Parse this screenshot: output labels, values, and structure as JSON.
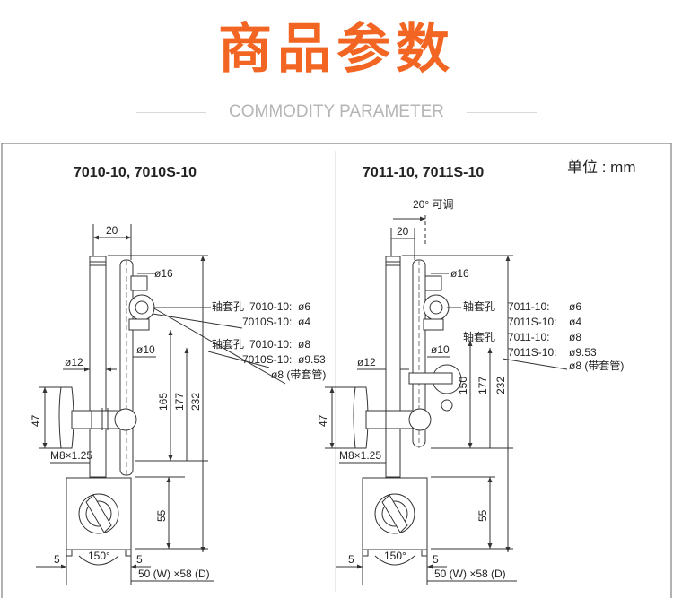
{
  "header": {
    "title": "商品参数",
    "subtitle": "COMMODITY PARAMETER",
    "title_color": "#f26522"
  },
  "unit_label": "单位 : mm",
  "left": {
    "title": "7010-10, 7010S-10",
    "dims": {
      "top_width": "20",
      "rod_dia": "ø12",
      "clamp_dia": "ø16",
      "pin_dia": "ø10",
      "knob_height": "47",
      "thread": "M8×1.25",
      "h165": "165",
      "h177": "177",
      "h232": "232",
      "h55": "55",
      "angle": "150°",
      "foot_left": "5",
      "foot_right": "5",
      "base": "50 (W) ×58 (D)"
    },
    "hole1_label": "轴套孔",
    "hole1_a": "7010-10:",
    "hole1_a_val": "ø6",
    "hole1_b": "7010S-10:",
    "hole1_b_val": "ø4",
    "hole2_label": "轴套孔",
    "hole2_a": "7010-10:",
    "hole2_a_val": "ø8",
    "hole2_b": "7010S-10:",
    "hole2_b_val": "ø9.53",
    "hole2_c": "ø8 (带套管)"
  },
  "right": {
    "title": "7011-10, 7011S-10",
    "adjust": "20° 可调",
    "dims": {
      "top_width": "20",
      "rod_dia": "ø12",
      "clamp_dia": "ø16",
      "pin_dia": "ø10",
      "knob_height": "47",
      "thread": "M8×1.25",
      "h150": "150",
      "h177": "177",
      "h232": "232",
      "h55": "55",
      "angle": "150°",
      "foot_left": "5",
      "foot_right": "5",
      "base": "50 (W) ×58 (D)"
    },
    "hole1_label": "轴套孔",
    "hole1_a": "7011-10:",
    "hole1_a_val": "ø6",
    "hole1_b": "7011S-10:",
    "hole1_b_val": "ø4",
    "hole2_label": "轴套孔",
    "hole2_a": "7011-10:",
    "hole2_a_val": "ø8",
    "hole2_b": "7011S-10:",
    "hole2_b_val": "ø9.53",
    "hole2_c": "ø8 (带套管)"
  }
}
